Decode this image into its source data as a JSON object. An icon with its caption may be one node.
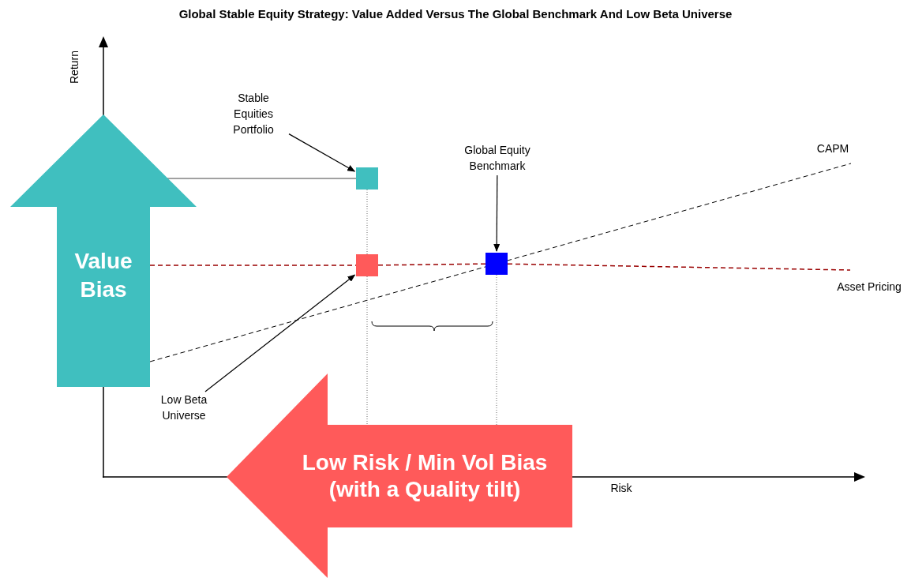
{
  "diagram": {
    "title": "Global Stable Equity Strategy: Value Added Versus The Global Benchmark And Low Beta Universe",
    "nodes": [
      {
        "text": [
          "Value Bias"
        ]
      },
      {
        "text": [
          "Low Risk / Min Vol Bias (with a Quality tilt)"
        ]
      },
      {
        "text": [
          "Stable Equities Portfolio"
        ]
      },
      {
        "text": [],
        "shape": "box"
      },
      {
        "text": [
          "Global Equity Benchmark"
        ]
      },
      {
        "text": [],
        "shape": "box"
      },
      {
        "text": [],
        "shape": "box"
      },
      {
        "text": [
          "Low Beta Universe"
        ]
      }
    ],
    "edges": [
      {
        "from": 2,
        "to": 3,
        "arrow": "to"
      },
      {
        "from": 4,
        "to": 6,
        "arrow": "to"
      },
      {
        "from": 7,
        "to": 5,
        "arrow": "to"
      },
      {
        "from": 0,
        "to": 3,
        "arrow": "none"
      },
      {
        "from": 3,
        "to": 5,
        "arrow": "none",
        "style": "dashed"
      },
      {
        "from": 0,
        "to": 5,
        "arrow": "none",
        "style": "dashed",
        "color": "#990000"
      },
      {
        "from": 5,
        "to": 6,
        "arrow": "none",
        "style": "dashed",
        "color": "#990000"
      },
      {
        "from": 6,
        "to": null,
        "arrow": "none",
        "style": "dashed",
        "color": "#990000"
      },
      {
        "from": 5,
        "to": 1,
        "arrow": "none",
        "style": "dashed"
      },
      {
        "from": 6,
        "to": 1,
        "arrow": "none",
        "style": "dashed"
      }
    ],
    "labels": [
      "Return",
      "CAPM",
      "Asset Pricing",
      "Risk"
    ]
  }
}
